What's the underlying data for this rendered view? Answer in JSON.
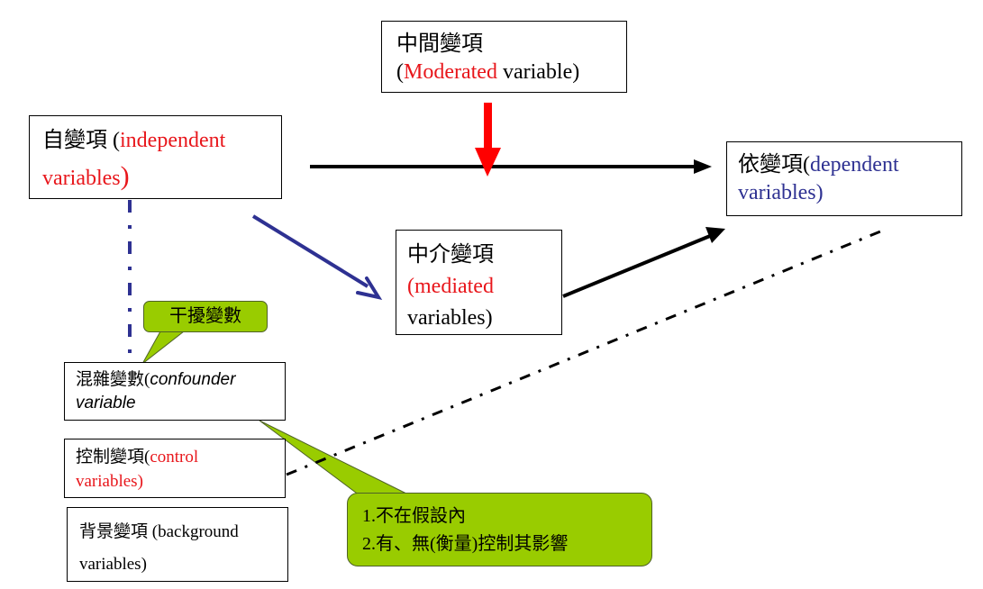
{
  "moderated": {
    "zh": "中間變項",
    "open": "(",
    "en": "Moderated",
    "rest": " variable)"
  },
  "independent": {
    "zh": "自變項 (",
    "en1": "independent",
    "en2": "variables",
    "close": ")"
  },
  "dependent": {
    "zh": "依變項(",
    "en": "dependent variables)"
  },
  "mediated": {
    "zh": "中介變項",
    "en1": "(mediated",
    "en2": "variables)"
  },
  "interference": {
    "label": "干擾變數"
  },
  "confounder": {
    "zh": "混雜變數(",
    "en1": "confounder",
    "en2": "variable"
  },
  "control": {
    "zh": "控制變項(",
    "en1": "control",
    "en2": "variables)"
  },
  "background": {
    "zh": "背景變項 (background",
    "en2": "variables)"
  },
  "note": {
    "line1": "1.不在假設內",
    "line2": "2.有、無(衡量)控制其影響"
  },
  "colors": {
    "red": "#e8161b",
    "blue": "#2e3192",
    "callout_fill": "#99cc00",
    "callout_stroke": "#4f6228"
  }
}
